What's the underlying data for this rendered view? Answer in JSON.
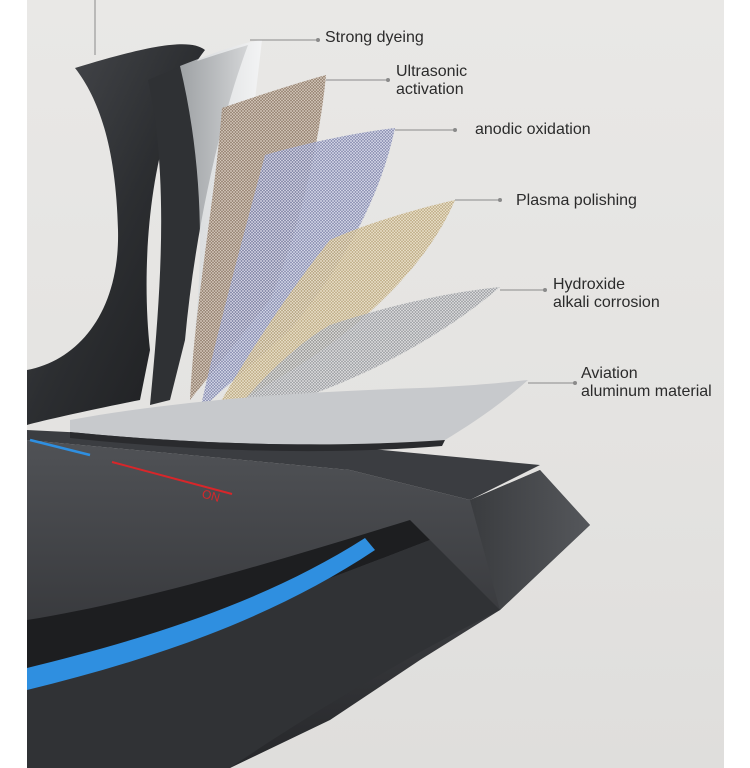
{
  "callouts": {
    "strong_dyeing": "Strong dyeing",
    "ultrasonic_activation": [
      "Ultrasonic",
      "activation"
    ],
    "anodic_oxidation": "anodic oxidation",
    "plasma_polishing": "Plasma polishing",
    "hydroxide_alkali_corrosion": [
      "Hydroxide",
      "alkali corrosion"
    ],
    "aviation_aluminum_material": [
      "Aviation",
      "aluminum material"
    ]
  },
  "surface_marking": "NO",
  "colors": {
    "background": "#e6e5e3",
    "dark_metal": "#2c2e31",
    "accent_blue": "#2f8fe0",
    "accent_red": "#d8262a",
    "mesh_brown": "#8a7462",
    "mesh_blue": "#7c82a8",
    "mesh_gold": "#b9a57a"
  }
}
